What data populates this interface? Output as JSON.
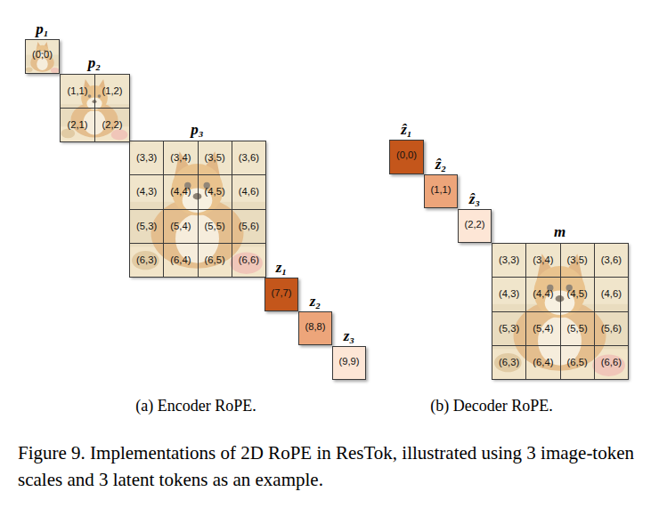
{
  "diagram": {
    "caption": "Figure 9. Implementations of 2D RoPE in ResTok, illustrated using 3 image-token scales and 3 latent tokens as an example.",
    "nodes": [
      {
        "text": [
          "p₁",
          "(0,0)"
        ]
      },
      {
        "text": [
          "p₂"
        ]
      },
      {
        "text": [
          "(1,1)"
        ],
        "in": 1
      },
      {
        "text": [
          "(1,2)"
        ],
        "in": 1
      },
      {
        "text": [
          "(2,1)"
        ],
        "in": 1
      },
      {
        "text": [
          "(2,2)"
        ],
        "in": 1
      },
      {
        "text": [
          "p₃"
        ]
      },
      {
        "text": [
          "(3,3)"
        ],
        "in": 6
      },
      {
        "text": [
          "(3,4)"
        ],
        "in": 6
      },
      {
        "text": [
          "(3,5)"
        ],
        "in": 6
      },
      {
        "text": [
          "(3,6)"
        ],
        "in": 6
      },
      {
        "text": [
          "(4,3)"
        ],
        "in": 6
      },
      {
        "text": [
          "(4,4)"
        ],
        "in": 6
      },
      {
        "text": [
          "(4,5)"
        ],
        "in": 6
      },
      {
        "text": [
          "(4,6)"
        ],
        "in": 6
      },
      {
        "text": [
          "(5,3)"
        ],
        "in": 6
      },
      {
        "text": [
          "(5,4)"
        ],
        "in": 6
      },
      {
        "text": [
          "(5,5)"
        ],
        "in": 6
      },
      {
        "text": [
          "(5,6)"
        ],
        "in": 6
      },
      {
        "text": [
          "(6,3)"
        ],
        "in": 6
      },
      {
        "text": [
          "(6,4)"
        ],
        "in": 6
      },
      {
        "text": [
          "(6,5)"
        ],
        "in": 6
      },
      {
        "text": [
          "(6,6)"
        ],
        "in": 6
      },
      {
        "text": [
          "z₁",
          "(7,7)"
        ]
      },
      {
        "text": [
          "z₂",
          "(8,8)"
        ]
      },
      {
        "text": [
          "z₃",
          "(9,9)"
        ]
      },
      {
        "text": [
          "ẑ₁",
          "(0,0)"
        ]
      },
      {
        "text": [
          "ẑ₂",
          "(1,1)"
        ]
      },
      {
        "text": [
          "ẑ₃",
          "(2,2)"
        ]
      },
      {
        "text": [
          "m"
        ]
      },
      {
        "text": [
          "(3,3)"
        ],
        "in": 29
      },
      {
        "text": [
          "(3,4)"
        ],
        "in": 29
      },
      {
        "text": [
          "(3,5)"
        ],
        "in": 29
      },
      {
        "text": [
          "(3,6)"
        ],
        "in": 29
      },
      {
        "text": [
          "(4,3)"
        ],
        "in": 29
      },
      {
        "text": [
          "(4,4)"
        ],
        "in": 29
      },
      {
        "text": [
          "(4,5)"
        ],
        "in": 29
      },
      {
        "text": [
          "(4,6)"
        ],
        "in": 29
      },
      {
        "text": [
          "(5,3)"
        ],
        "in": 29
      },
      {
        "text": [
          "(5,4)"
        ],
        "in": 29
      },
      {
        "text": [
          "(5,5)"
        ],
        "in": 29
      },
      {
        "text": [
          "(5,6)"
        ],
        "in": 29
      },
      {
        "text": [
          "(6,3)"
        ],
        "in": 29
      },
      {
        "text": [
          "(6,4)"
        ],
        "in": 29
      },
      {
        "text": [
          "(6,5)"
        ],
        "in": 29
      },
      {
        "text": [
          "(6,6)"
        ],
        "in": 29
      }
    ],
    "labels": [
      "(a) Encoder RoPE.",
      "(b) Decoder RoPE."
    ]
  }
}
